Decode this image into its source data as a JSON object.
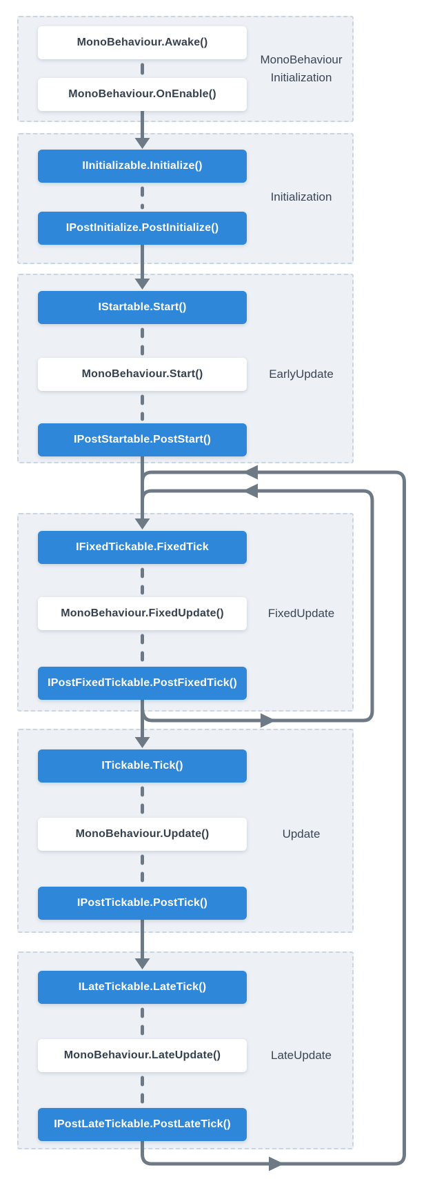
{
  "diagram": {
    "kind": "lifecycle-flowchart",
    "colors": {
      "accent_blue": "#2E87D8",
      "section_background": "#EDF1F6",
      "section_border": "#C9D5E1",
      "connector_gray": "#6D7984",
      "dark_text": "#35414F",
      "label_text": "#3A4554",
      "white_box": "#FFFFFF"
    },
    "sections": [
      {
        "label": "MonoBehaviour Initialization",
        "boxes": [
          {
            "label": "MonoBehaviour.Awake()",
            "variant": "white"
          },
          {
            "label": "MonoBehaviour.OnEnable()",
            "variant": "white"
          }
        ]
      },
      {
        "label": "Initialization",
        "boxes": [
          {
            "label": "IInitializable.Initialize()",
            "variant": "blue"
          },
          {
            "label": "IPostInitialize.PostInitialize()",
            "variant": "blue"
          }
        ]
      },
      {
        "label": "EarlyUpdate",
        "boxes": [
          {
            "label": "IStartable.Start()",
            "variant": "blue"
          },
          {
            "label": "MonoBehaviour.Start()",
            "variant": "white"
          },
          {
            "label": "IPostStartable.PostStart()",
            "variant": "blue"
          }
        ]
      },
      {
        "label": "FixedUpdate",
        "boxes": [
          {
            "label": "IFixedTickable.FixedTick",
            "variant": "blue"
          },
          {
            "label": "MonoBehaviour.FixedUpdate()",
            "variant": "white"
          },
          {
            "label": "IPostFixedTickable.PostFixedTick()",
            "variant": "blue"
          }
        ]
      },
      {
        "label": "Update",
        "boxes": [
          {
            "label": "ITickable.Tick()",
            "variant": "blue"
          },
          {
            "label": "MonoBehaviour.Update()",
            "variant": "white"
          },
          {
            "label": "IPostTickable.PostTick()",
            "variant": "blue"
          }
        ]
      },
      {
        "label": "LateUpdate",
        "boxes": [
          {
            "label": "ILateTickable.LateTick()",
            "variant": "blue"
          },
          {
            "label": "MonoBehaviour.LateUpdate()",
            "variant": "white"
          },
          {
            "label": "IPostLateTickable.PostLateTick()",
            "variant": "blue"
          }
        ]
      }
    ],
    "flow": {
      "main_direction": "top-to-bottom",
      "loops": [
        {
          "name": "fixed-update-physics-loop",
          "from": "FixedUpdate section exit",
          "to": "FixedUpdate section entry"
        },
        {
          "name": "frame-loop",
          "from": "LateUpdate section exit",
          "to": "FixedUpdate section entry"
        }
      ]
    }
  }
}
